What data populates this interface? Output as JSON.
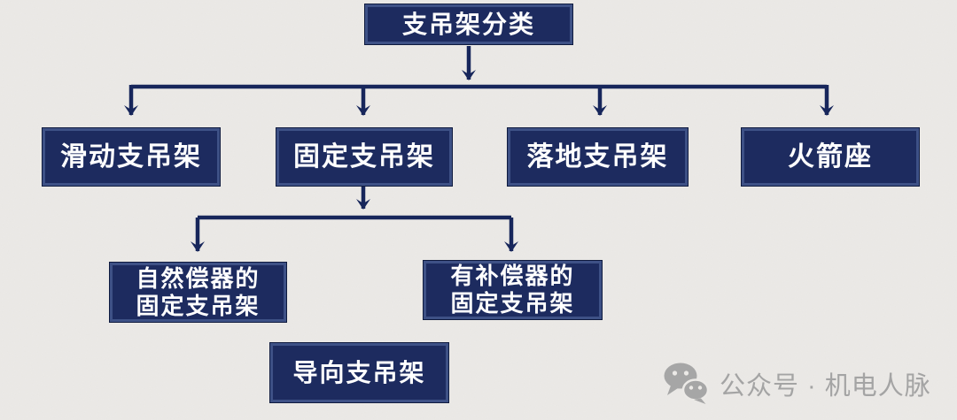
{
  "diagram": {
    "title_node": {
      "label": "支吊架分类"
    },
    "level1": [
      {
        "label": "滑动支吊架"
      },
      {
        "label": "固定支吊架"
      },
      {
        "label": "落地支吊架"
      },
      {
        "label": "火箭座"
      }
    ],
    "level2": [
      {
        "line1": "自然偿器的",
        "line2": "固定支吊架"
      },
      {
        "line1": "有补偿器的",
        "line2": "固定支吊架"
      }
    ],
    "standalone": {
      "label": "导向支吊架"
    }
  },
  "watermark": {
    "icon": "wechat-icon",
    "label": "公众号 · 机电人脉"
  },
  "colors": {
    "background": "#eceae7",
    "node_fill": "#1d2b5f",
    "node_border": "#3e5186",
    "node_outline": "#0e1a3e",
    "connector": "#17265b",
    "node_text": "#ffffff",
    "watermark_text": "#a4a4a4"
  }
}
